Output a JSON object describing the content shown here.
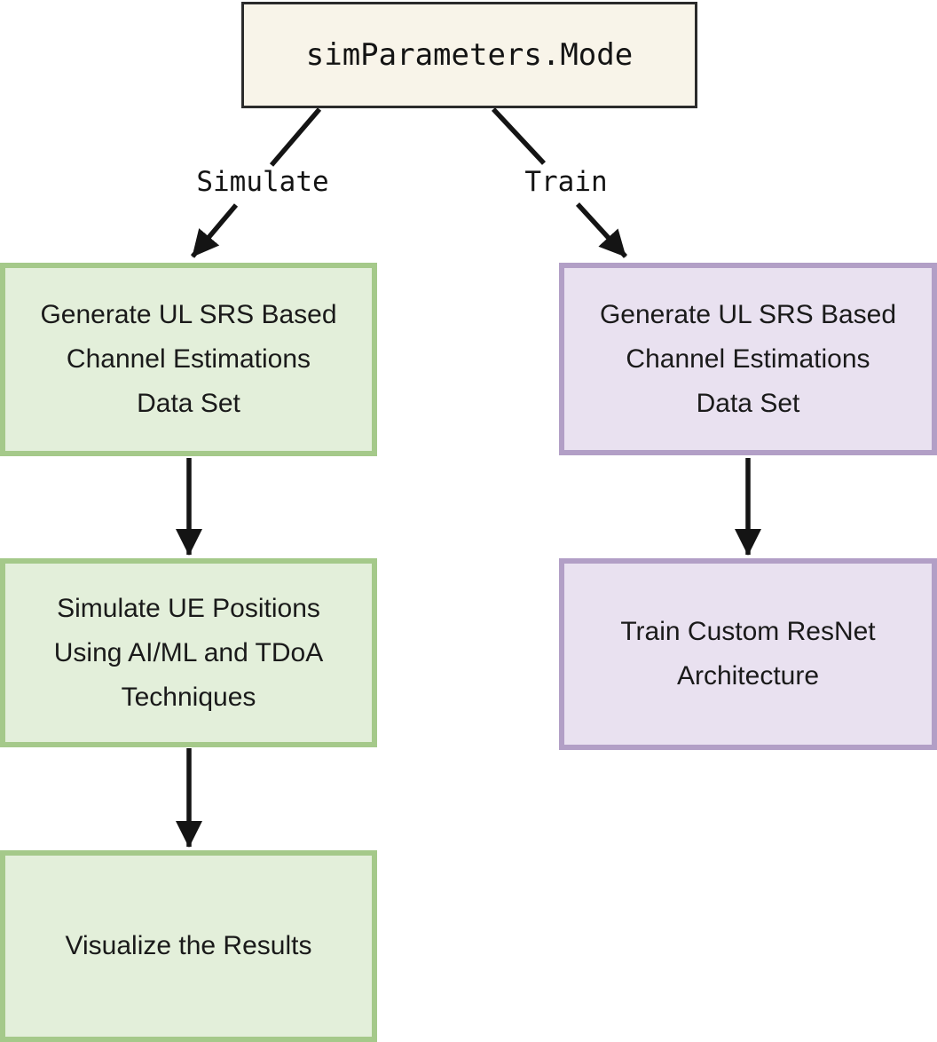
{
  "root_node": {
    "label": "simParameters.Mode"
  },
  "branch_labels": {
    "left": "Simulate",
    "right": "Train"
  },
  "simulate_branch": {
    "nodes": [
      {
        "label": [
          "Generate UL SRS Based",
          "Channel Estimations",
          "Data Set"
        ]
      },
      {
        "label": [
          "Simulate UE Positions",
          "Using AI/ML and TDoA",
          "Techniques"
        ]
      },
      {
        "label": [
          "Visualize the Results"
        ]
      }
    ]
  },
  "train_branch": {
    "nodes": [
      {
        "label": [
          "Generate UL SRS Based",
          "Channel Estimations",
          "Data Set"
        ]
      },
      {
        "label": [
          "Train Custom ResNet",
          "Architecture"
        ]
      }
    ]
  },
  "colors": {
    "root_fill": "#f8f4e9",
    "root_border": "#2b2b2b",
    "simulate_fill": "#e3efda",
    "simulate_border": "#a5c98a",
    "train_fill": "#e9e1f0",
    "train_border": "#b29fc6",
    "arrow": "#141414"
  }
}
